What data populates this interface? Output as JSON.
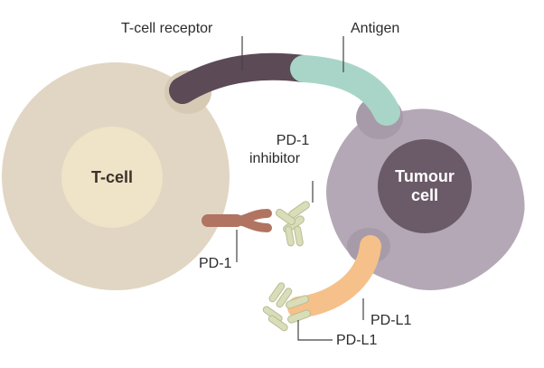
{
  "labels": {
    "tcell_receptor": "T-cell receptor",
    "antigen": "Antigen",
    "pd1_inhibitor_line1": "PD-1",
    "pd1_inhibitor_line2": "inhibitor",
    "pd1": "PD-1",
    "pdl1_tumour": "PD-L1",
    "pdl1_bottom": "PD-L1",
    "tcell": "T-cell",
    "tumour_line1": "Tumour",
    "tumour_line2": "cell"
  },
  "colors": {
    "tcell_outer": "#e1d6c3",
    "tcell_inner": "#efe3c8",
    "tcell_label": "#3a322a",
    "tumour_outer": "#b4a8b6",
    "tumour_inner": "#6b5a67",
    "tumour_label": "#ffffff",
    "receptor": "#5c4a57",
    "antigen": "#a9d5c8",
    "pd1": "#b07461",
    "pdl1": "#f5c089",
    "antibody": "#d9ddb8",
    "antibody_stroke": "#b8bd95",
    "leader_line": "#444444"
  }
}
